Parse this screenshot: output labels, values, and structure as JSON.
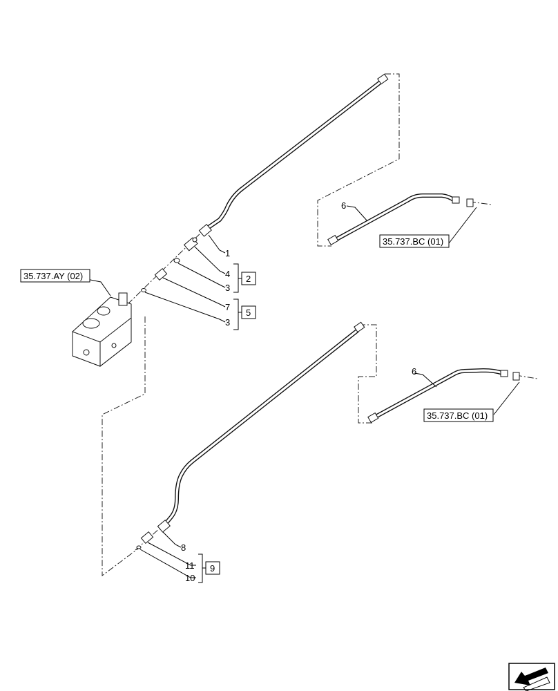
{
  "references": {
    "valve_ref": "35.737.AY (02)",
    "upper_hose_ref": "35.737.BC (01)",
    "lower_hose_ref": "35.737.BC (01)"
  },
  "callouts": {
    "c1": "1",
    "c4": "4",
    "c3a": "3",
    "c7": "7",
    "c3b": "3",
    "c6a": "6",
    "c6b": "6",
    "c8": "8",
    "c11": "11",
    "c10": "10"
  },
  "kits": {
    "kit_a": "2",
    "kit_b": "5",
    "kit_c": "9"
  },
  "icons": {
    "nav": "arrow-back-icon"
  }
}
